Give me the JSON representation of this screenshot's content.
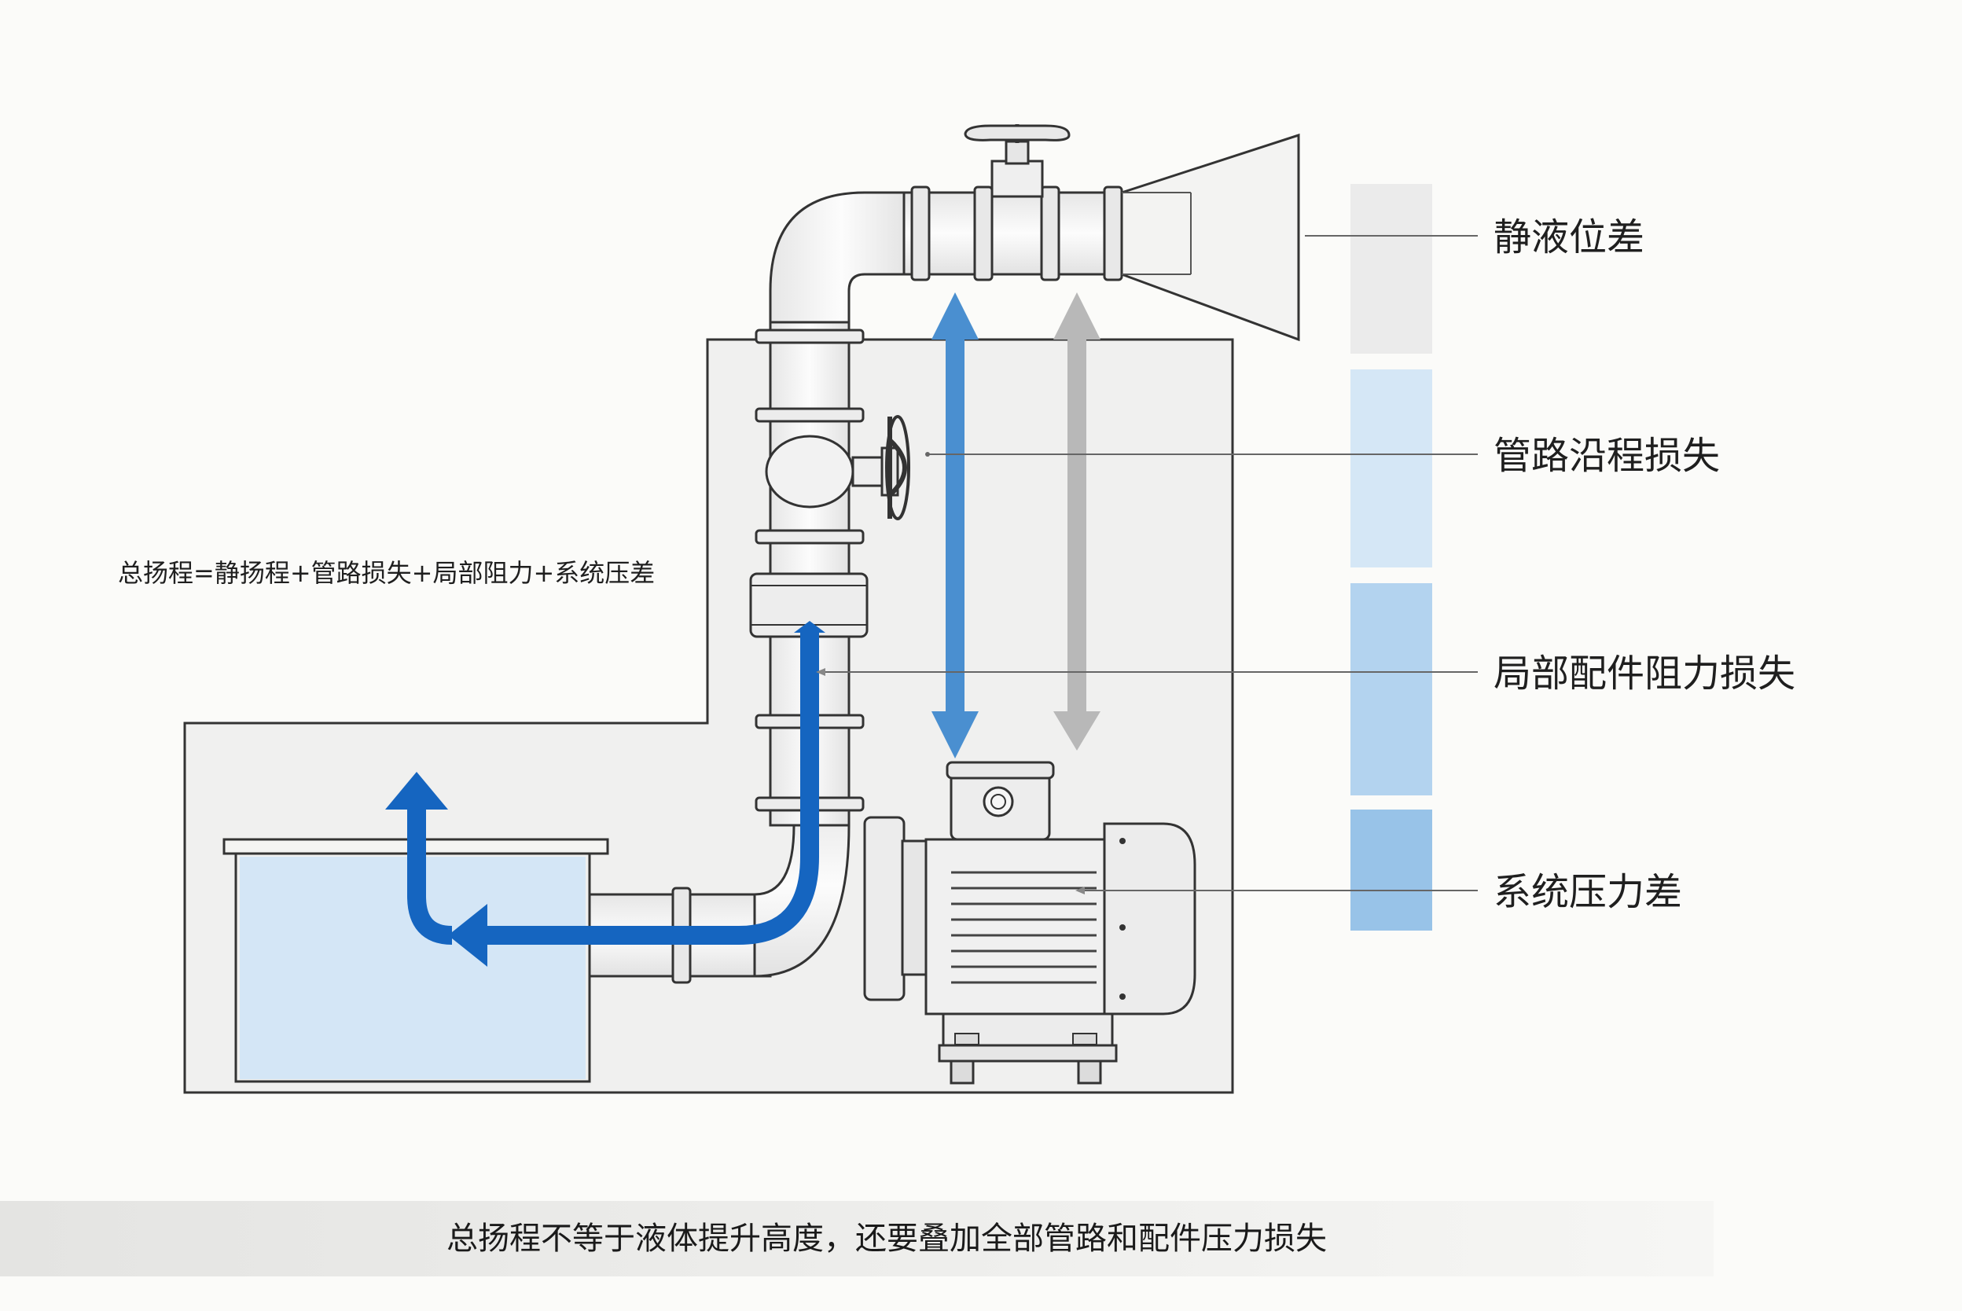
{
  "formula": "总扬程=静扬程+管路损失+局部阻力+系统压差",
  "labels": {
    "static_head": "静液位差",
    "pipe_friction": "管路沿程损失",
    "fitting_loss": "局部配件阻力损失",
    "system_pressure": "系统压力差"
  },
  "caption": "总扬程不等于液体提升高度，还要叠加全部管路和配件压力损失",
  "colors": {
    "flow_blue": "#1565c0",
    "arrow_blue": "#4a8fd0",
    "arrow_gray": "#b8b8b8",
    "water": "#d4e6f6",
    "bar_1": "#ebebeb",
    "bar_2": "#d5e7f6",
    "bar_3": "#b3d3ef",
    "bar_4": "#98c3e8",
    "line": "#2b2b2b"
  }
}
